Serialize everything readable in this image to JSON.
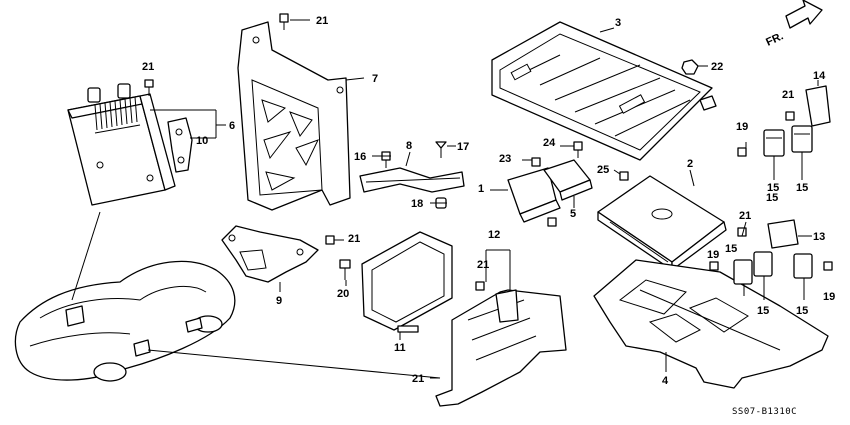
{
  "diagram": {
    "direction_label": "FR.",
    "diagram_code": "SS07-B1310C",
    "callouts": [
      {
        "id": "c21a",
        "n": "21"
      },
      {
        "id": "c7",
        "n": "7"
      },
      {
        "id": "c3",
        "n": "3"
      },
      {
        "id": "c22",
        "n": "22"
      },
      {
        "id": "c21b",
        "n": "21"
      },
      {
        "id": "c6",
        "n": "6"
      },
      {
        "id": "c10",
        "n": "10"
      },
      {
        "id": "c8",
        "n": "8"
      },
      {
        "id": "c16",
        "n": "16"
      },
      {
        "id": "c17",
        "n": "17"
      },
      {
        "id": "c24",
        "n": "24"
      },
      {
        "id": "c23",
        "n": "23"
      },
      {
        "id": "c1",
        "n": "1"
      },
      {
        "id": "c5",
        "n": "5"
      },
      {
        "id": "c25",
        "n": "25"
      },
      {
        "id": "c2",
        "n": "2"
      },
      {
        "id": "c18",
        "n": "18"
      },
      {
        "id": "c14",
        "n": "14"
      },
      {
        "id": "c21c",
        "n": "21"
      },
      {
        "id": "c19a",
        "n": "19"
      },
      {
        "id": "c15a",
        "n": "15"
      },
      {
        "id": "c15b",
        "n": "15"
      },
      {
        "id": "c15c",
        "n": "15"
      },
      {
        "id": "c21d",
        "n": "21"
      },
      {
        "id": "c13",
        "n": "13"
      },
      {
        "id": "c15d",
        "n": "15"
      },
      {
        "id": "c19b",
        "n": "19"
      },
      {
        "id": "c19c",
        "n": "19"
      },
      {
        "id": "c15e",
        "n": "15"
      },
      {
        "id": "c15f",
        "n": "15"
      },
      {
        "id": "c21e",
        "n": "21"
      },
      {
        "id": "c9",
        "n": "9"
      },
      {
        "id": "c20",
        "n": "20"
      },
      {
        "id": "c12",
        "n": "12"
      },
      {
        "id": "c21f",
        "n": "21"
      },
      {
        "id": "c11",
        "n": "11"
      },
      {
        "id": "c4",
        "n": "4"
      },
      {
        "id": "c21g",
        "n": "21"
      }
    ]
  }
}
